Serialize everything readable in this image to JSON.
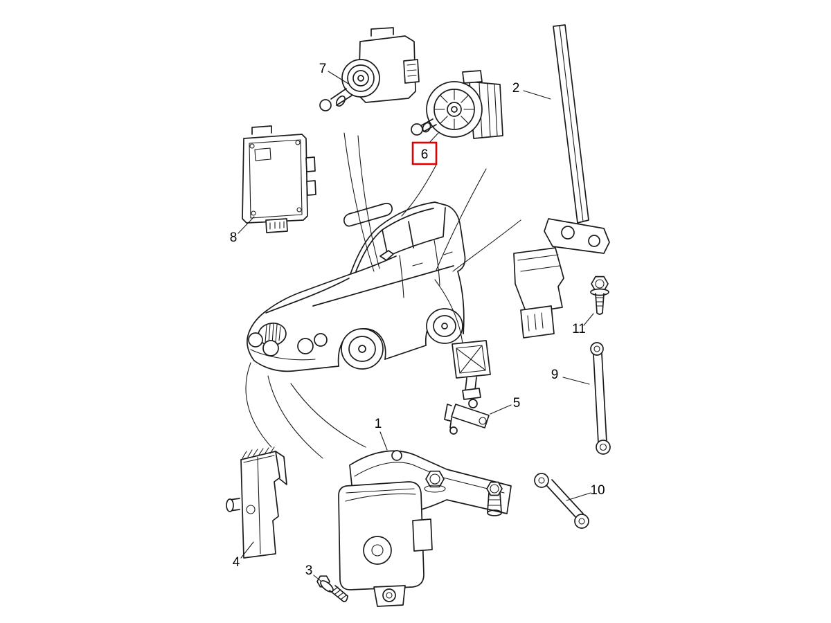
{
  "diagram": {
    "background_color": "#ffffff",
    "line_color": "#1a1a1a",
    "highlight_color": "#e10000",
    "highlighted_part_number": "6",
    "parts": [
      {
        "number": "1",
        "name": "height-sensor-and-bracket-assembly"
      },
      {
        "number": "2",
        "name": "long-sensor-link-rod"
      },
      {
        "number": "3",
        "name": "screw"
      },
      {
        "number": "4",
        "name": "mounting-bracket"
      },
      {
        "number": "5",
        "name": "sensor-link-unit"
      },
      {
        "number": "6",
        "name": "headlamp-leveling-motor"
      },
      {
        "number": "7",
        "name": "headlamp-leveling-motor-alt"
      },
      {
        "number": "8",
        "name": "control-module"
      },
      {
        "number": "9",
        "name": "link-rod"
      },
      {
        "number": "10",
        "name": "short-link-rod"
      },
      {
        "number": "11",
        "name": "bolt"
      }
    ]
  }
}
